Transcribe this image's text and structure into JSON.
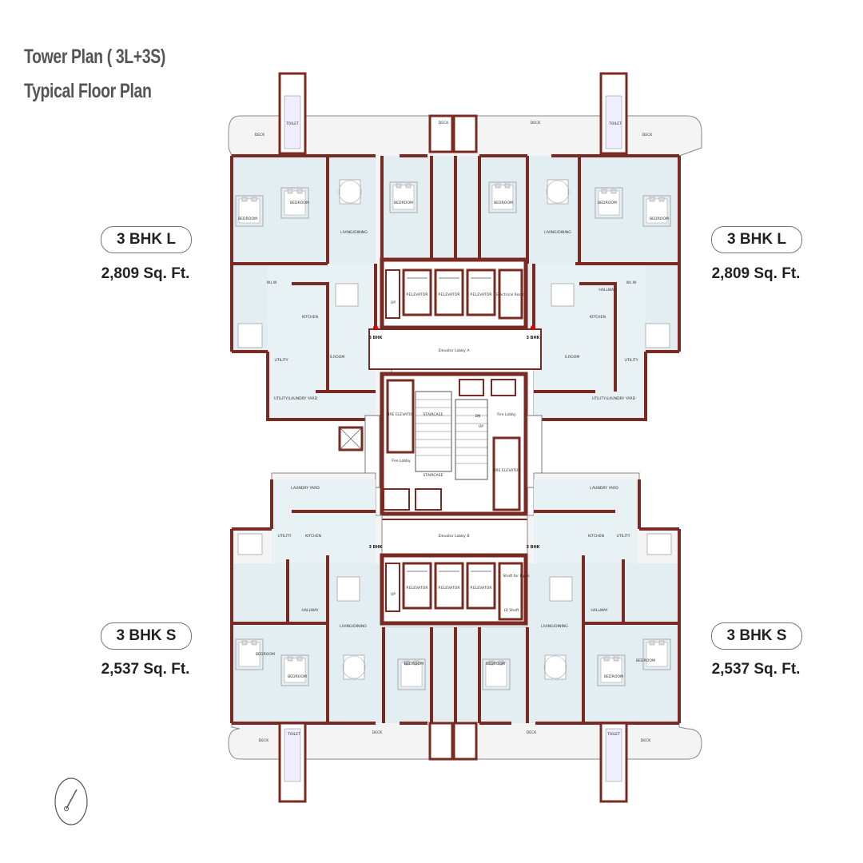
{
  "header": {
    "line1": "Tower Plan ( 3L+3S)",
    "line2": "Typical Floor Plan"
  },
  "units": {
    "top_left": {
      "type": "3 BHK L",
      "area": "2,809 Sq. Ft."
    },
    "top_right": {
      "type": "3 BHK L",
      "area": "2,809 Sq. Ft."
    },
    "bottom_left": {
      "type": "3 BHK S",
      "area": "2,537 Sq. Ft."
    },
    "bottom_right": {
      "type": "3 BHK S",
      "area": "2,537 Sq. Ft."
    }
  },
  "plan_labels": {
    "deck": "DECK",
    "toilet": "TOILET",
    "bedroom": "BEDROOM",
    "living_dining": "LIVING/DINING",
    "kitchen": "KITCHEN",
    "utility": "UTILITY",
    "laundry_yard": "UTILITY/LAUNDRY YARD",
    "laundry_yard_s": "LAUNDRY YARD",
    "hallway": "HALLWAY",
    "wiw": "W.I.W",
    "s_room": "S.ROOM",
    "elevator": "P.ELEVATOR",
    "electrical_room": "Electrical Room",
    "elevator_lobby_a": "Elevator Lobby A",
    "elevator_lobby_b": "Elevator Lobby B",
    "staircase": "STAIRCASE",
    "fire_lobby": "Fire Lobby",
    "fire_elevator": "FIRE ELEVATOR",
    "shaft_pipes": "Shaft for Pipes",
    "lv_shaft": "LV Shaft",
    "bhk_entry": "3 BHK",
    "up": "UP",
    "dn": "DN"
  },
  "compass": {
    "icon": "north-arrow-icon"
  },
  "colors": {
    "wall": "#7a2a22",
    "floor": "#e3eef2",
    "deck": "#f2f2f2",
    "outline": "#888888"
  }
}
